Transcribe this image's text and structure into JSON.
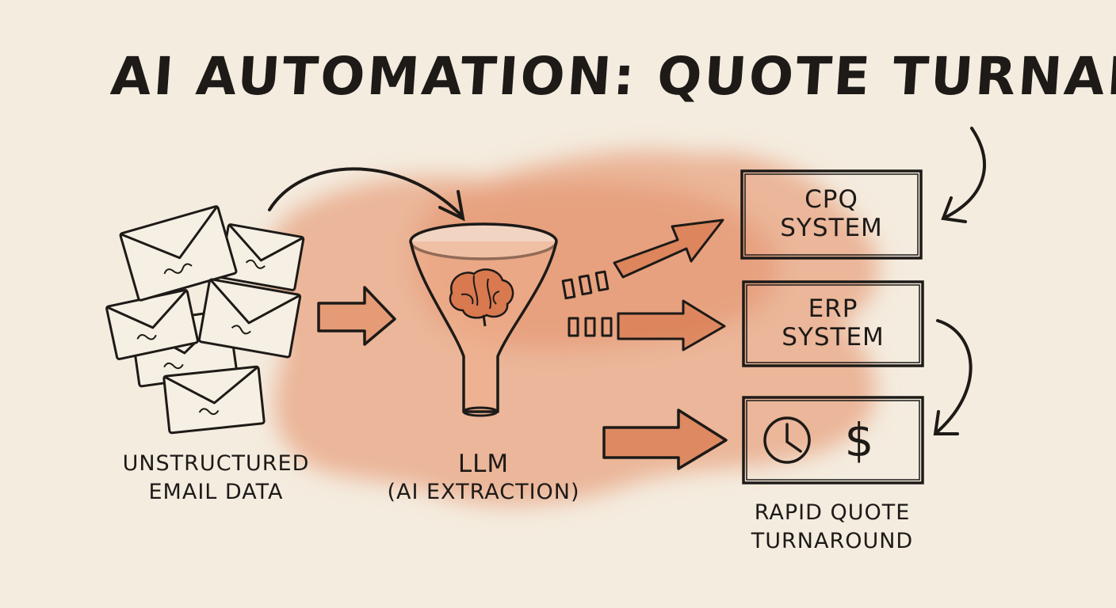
{
  "title": "AI AUTOMATION: QUOTE TURNAROUND",
  "source": {
    "line1": "UNSTRUCTURED",
    "line2": "EMAIL DATA",
    "icon": "envelope-stack-icon"
  },
  "processor": {
    "line1": "LLM",
    "line2": "(AI EXTRACTION)",
    "icon": "funnel-brain-icon"
  },
  "systems": [
    {
      "line1": "CPQ",
      "line2": "SYSTEM"
    },
    {
      "line1": "ERP",
      "line2": "SYSTEM"
    }
  ],
  "result": {
    "line1": "RAPID QUOTE",
    "line2": "TURNAROUND",
    "symbols": {
      "dollar": "$"
    },
    "icons": [
      "clock-icon",
      "dollar-icon"
    ]
  },
  "colors": {
    "ink": "#1d1a17",
    "watercolor": "#e4895f",
    "paper": "#f4ecdf"
  }
}
